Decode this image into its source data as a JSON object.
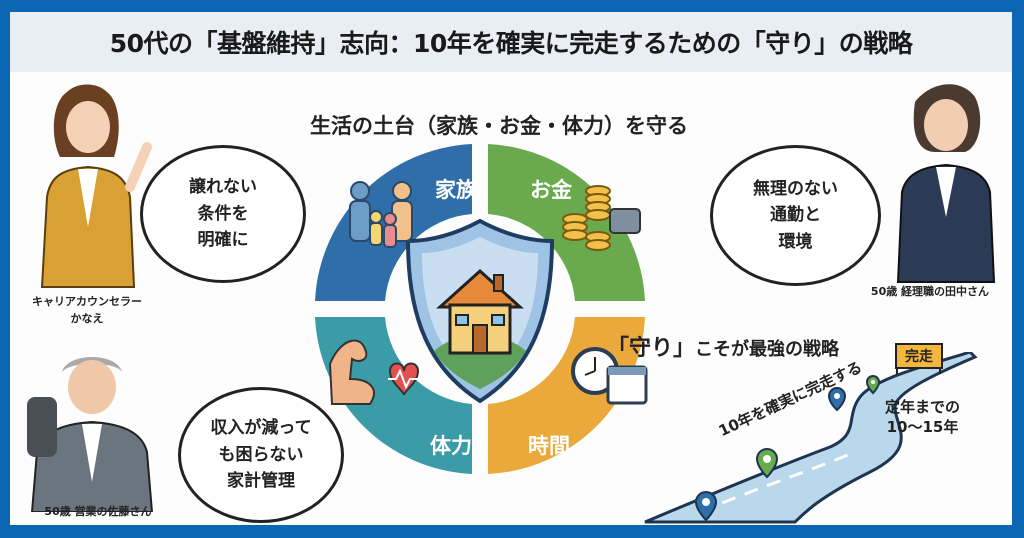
{
  "title": "50代の「基盤維持」志向：10年を確実に完走するための「守り」の戦略",
  "diagram": {
    "subtitle": "生活の土台（家族・お金・体力）を守る",
    "segments": [
      {
        "label": "家族",
        "color": "#2f6ea8"
      },
      {
        "label": "お金",
        "color": "#6aaa4f"
      },
      {
        "label": "体力",
        "color": "#3b9ba6"
      },
      {
        "label": "時間",
        "color": "#eaa93a"
      }
    ],
    "strong_quote": "「守り」",
    "strong_rest": "こそが最強の戦略",
    "road_text": "10年を確実に完走する",
    "goal_label": "完走",
    "retire_line1": "定年までの",
    "retire_line2": "10〜15年"
  },
  "people": [
    {
      "caption_line1": "キャリアカウンセラー",
      "caption_line2": "かなえ",
      "bubble": [
        "譲れない",
        "条件を",
        "明確に"
      ]
    },
    {
      "caption_line1": "50歳 経理職の田中さん",
      "bubble": [
        "無理のない",
        "通勤と",
        "環境"
      ]
    },
    {
      "caption_line1": "50歳 営業の佐藤さん",
      "bubble": [
        "収入が減って",
        "も困らない",
        "家計管理"
      ]
    }
  ]
}
